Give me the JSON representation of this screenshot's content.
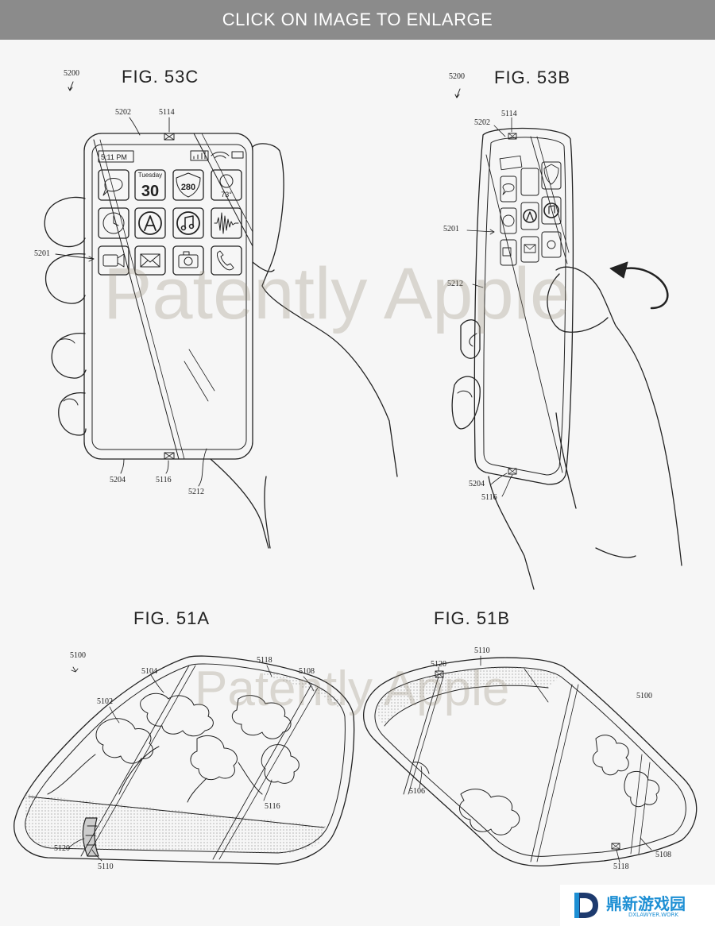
{
  "banner": {
    "text": "CLICK ON IMAGE TO ENLARGE"
  },
  "figures": {
    "fig53c": {
      "title": "FIG. 53C",
      "refs": {
        "r5200": "5200",
        "r5202": "5202",
        "r5114": "5114",
        "r5201": "5201",
        "r5204": "5204",
        "r5116": "5116",
        "r5212": "5212"
      },
      "phone": {
        "time": "5:11 PM",
        "day": "Tuesday",
        "date": "30",
        "highway": "280",
        "temp": "73°"
      }
    },
    "fig53b": {
      "title": "FIG. 53B",
      "refs": {
        "r5200": "5200",
        "r5202": "5202",
        "r5114": "5114",
        "r5201": "5201",
        "r5212": "5212",
        "r5204": "5204",
        "r5116": "5116"
      }
    },
    "fig51a": {
      "title": "FIG. 51A",
      "refs": {
        "r5100": "5100",
        "r5104": "5104",
        "r5118": "5118",
        "r5108": "5108",
        "r5102": "5102",
        "r5116": "5116",
        "r5120": "5120",
        "r5110": "5110"
      }
    },
    "fig51b": {
      "title": "FIG. 51B",
      "refs": {
        "r5110": "5110",
        "r5120": "5120",
        "r5100": "5100",
        "r5106": "5106",
        "r5108": "5108",
        "r5118": "5118"
      }
    }
  },
  "watermark": "Patently Apple",
  "logo": {
    "cn": "鼎新游戏园",
    "en": "DXLAWYER.WORK"
  }
}
